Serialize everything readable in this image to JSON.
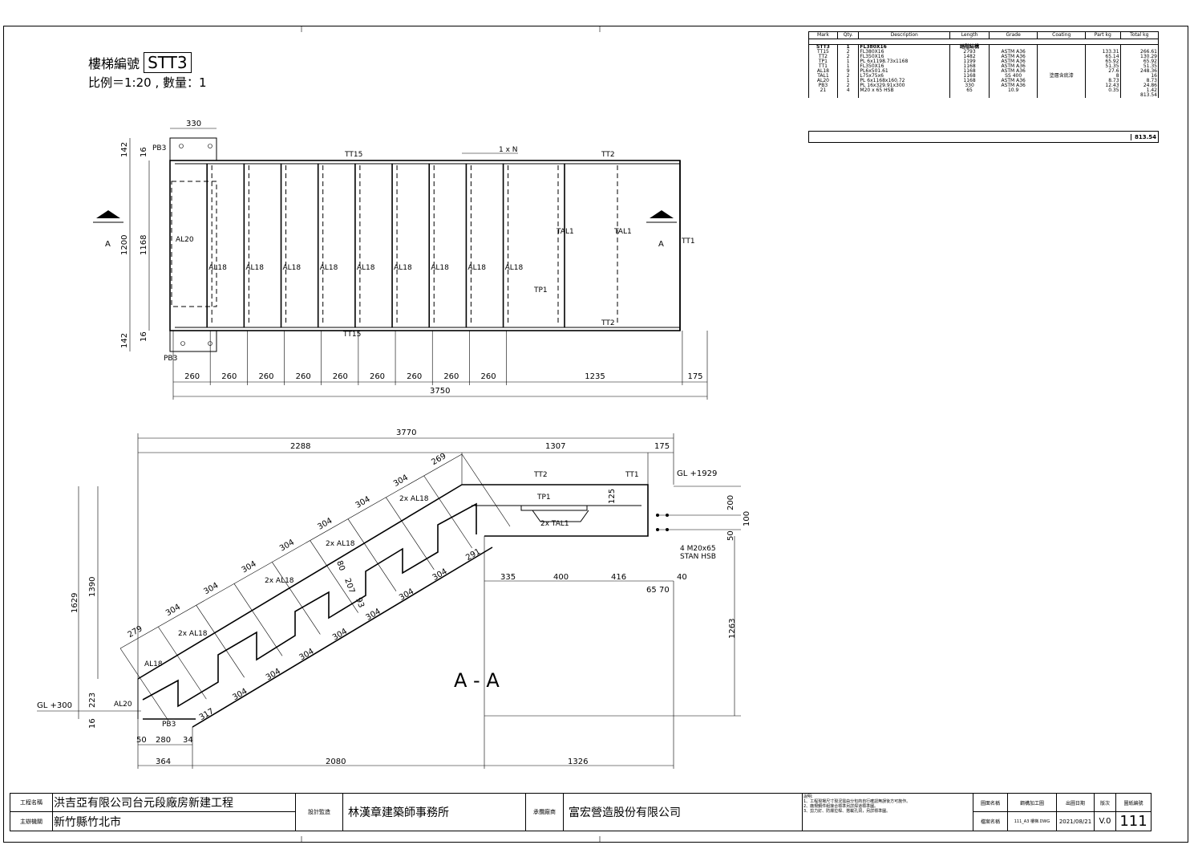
{
  "title_block": {
    "stair_no_label": "樓梯編號",
    "stair_no": "STT3",
    "scale_text": "比例＝1:20 , 數量：1"
  },
  "bom": {
    "headers": [
      "Mark",
      "Qty.",
      "Description",
      "Length",
      "Grade",
      "Coating",
      "Part kg",
      "Total kg"
    ],
    "rows": [
      [
        "STT3",
        "1",
        "FL380X16",
        "踏階結構",
        "",
        "",
        "",
        ""
      ],
      [
        "TT15",
        "2",
        "FL380X16",
        "2793",
        "ASTM A36",
        "",
        "133.31",
        "266.61"
      ],
      [
        "TT2",
        "2",
        "FL350X16",
        "1482",
        "ASTM A36",
        "",
        "65.14",
        "130.29"
      ],
      [
        "TP1",
        "1",
        "PL 6x1198.73x1168",
        "1199",
        "ASTM A36",
        "",
        "65.92",
        "65.92"
      ],
      [
        "TT1",
        "1",
        "FL350X16",
        "1168",
        "ASTM A36",
        "",
        "51.35",
        "51.35"
      ],
      [
        "AL18",
        "9",
        "PL6x501.61",
        "1168",
        "ASTM A36",
        "",
        "27.6",
        "248.36"
      ],
      [
        "TAL1",
        "2",
        "L75x75x6",
        "1168",
        "SS 400",
        "塗層含底漆",
        "8",
        "16"
      ],
      [
        "AL20",
        "1",
        "PL 6x1168x160.72",
        "1168",
        "ASTM A36",
        "",
        "8.73",
        "8.73"
      ],
      [
        "PB3",
        "2",
        "PL 16x329.91x300",
        "330",
        "ASTM A36",
        "",
        "12.43",
        "24.86"
      ],
      [
        "21",
        "4",
        "M20 x 65 HSB",
        "65",
        "10.9",
        "",
        "0.35",
        "1.42"
      ],
      [
        "",
        "",
        "",
        "",
        "",
        "",
        "",
        "813.54"
      ]
    ],
    "grand_total": "813.54"
  },
  "plan": {
    "width_top": "330",
    "dim_142": "142",
    "dim_16": "16",
    "dim_1200": "1200",
    "dim_1168": "1168",
    "pb3": "PB3",
    "tt15": "TT15",
    "tt2": "TT2",
    "tt1": "TT1",
    "tp1": "TP1",
    "tal1": "TAL1",
    "al20": "AL20",
    "al18": "AL18",
    "one_n": "1 x N",
    "section_a": "A",
    "spans": [
      "260",
      "260",
      "260",
      "260",
      "260",
      "260",
      "260",
      "260",
      "260",
      "1235",
      "175"
    ],
    "total": "3750"
  },
  "section": {
    "title": "A - A",
    "total_top": "3770",
    "top_2288": "2288",
    "top_1307": "1307",
    "top_175": "175",
    "gl_top": "GL +1929",
    "gl_bot": "GL +300",
    "treads": [
      "269",
      "304",
      "304",
      "304",
      "304",
      "304",
      "304",
      "304",
      "279"
    ],
    "lower_treads": [
      "291",
      "304",
      "304",
      "304",
      "304",
      "304",
      "304",
      "304",
      "317"
    ],
    "dim_1629": "1629",
    "dim_1390": "1390",
    "dim_223": "223",
    "dim_16": "16",
    "dim_125": "125",
    "dim_200": "200",
    "dim_50": "50",
    "dim_100": "100",
    "dim_1263": "1263",
    "dim_335": "335",
    "dim_400": "400",
    "dim_416": "416",
    "dim_65": "65",
    "dim_70": "70",
    "dim_40": "40",
    "dim_80": "80",
    "dim_207": "207",
    "dim_93": "93",
    "bot_50": "50",
    "bot_280": "280",
    "bot_34": "34",
    "bot_364": "364",
    "bot_2080": "2080",
    "bot_1326": "1326",
    "bolt": "4 M20x65",
    "bolt2": "STAN HSB",
    "tt2": "TT2",
    "tt1": "TT1",
    "tp1": "TP1",
    "tal1x2": "2x TAL1",
    "al18x2": "2x AL18",
    "al18": "AL18",
    "al20": "AL20",
    "pb3": "PB3"
  },
  "footer": {
    "project_label": "工程名稱",
    "project": "洪吉亞有限公司台元段廠房新建工程",
    "location_label": "主辦機關",
    "location": "新竹縣竹北市",
    "design_label": "設計監造",
    "architect": "林漢章建築師事務所",
    "contractor_label": "承攬廠商",
    "contractor": "富宏營造股份有限公司",
    "notes_label": "說明:",
    "note1": "1、工程現場尺寸現況需由分包商自行確認無誤後方可施作。",
    "note2": "2、廠規鋼件組接合標準另詳焊道標準圖。",
    "note3": "3、剪力釘、防爆拉桿、搭載孔洞，另詳標準圖。",
    "drawing_name_label": "圖面名稱",
    "drawing_name": "鋼構加工圖",
    "file_label": "檔案名稱",
    "file": "111_A3 樓梯.DWG",
    "date_label": "出圖日期",
    "date": "2021/08/21",
    "rev_label": "版次",
    "rev": "V.0",
    "sheet_label": "圖紙編號",
    "sheet": "111"
  }
}
